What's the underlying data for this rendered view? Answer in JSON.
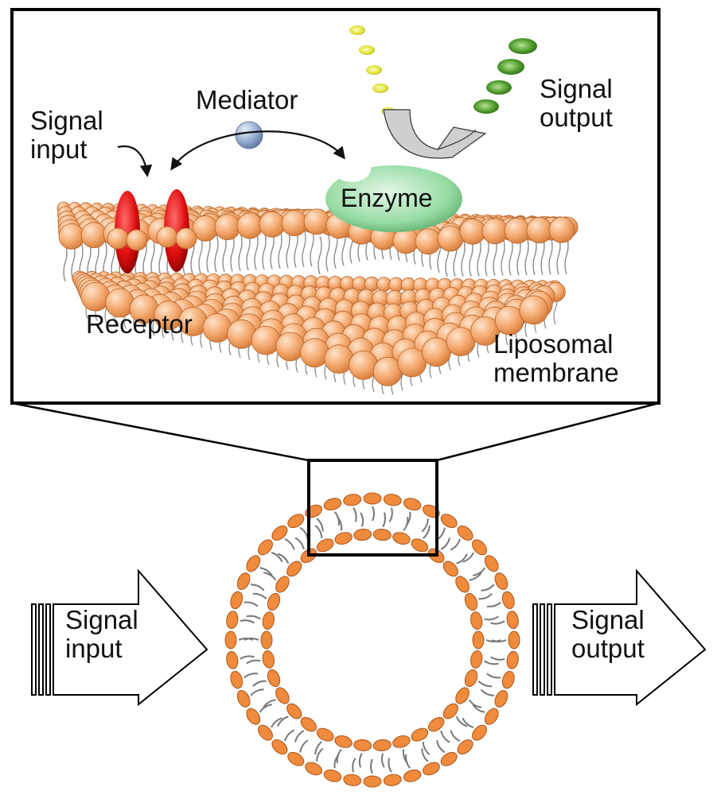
{
  "labels": {
    "mediator": "Mediator",
    "signal_input_top": "Signal\ninput",
    "signal_output_top": "Signal\noutput",
    "enzyme": "Enzyme",
    "receptor": "Receptor",
    "liposomal_membrane": "Liposomal\nmembrane",
    "signal_input_bottom": "Signal\ninput",
    "signal_output_bottom": "Signal\noutput"
  },
  "colors": {
    "lipid_head": "#f3a66a",
    "lipid_head_stroke": "#b8642a",
    "ring_head": "#f08a3c",
    "receptor": "#e31010",
    "enzyme": "#8fd8a0",
    "mediator": "#8fa6cc",
    "substrate": "#e5e84a",
    "product": "#4f9a2e",
    "tail": "#888888"
  },
  "icons": {
    "receptor": "receptor-icon",
    "enzyme": "enzyme-icon",
    "mediator": "mediator-sphere-icon",
    "input_arrow": "block-arrow-right-icon",
    "output_arrow": "block-arrow-right-icon"
  }
}
